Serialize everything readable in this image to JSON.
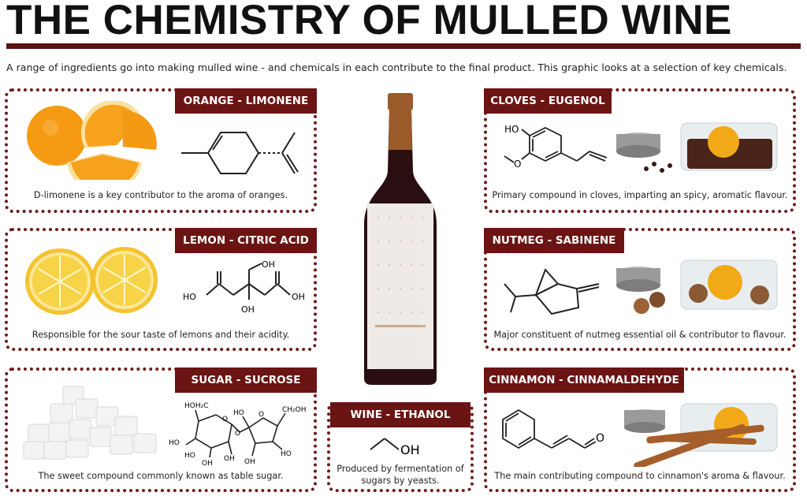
{
  "title": "THE CHEMISTRY OF MULLED WINE",
  "intro": "A range of ingredients go into making mulled wine - and chemicals in each contribute to the final product. This graphic looks at a selection of key chemicals.",
  "panels": {
    "orange": {
      "label": "ORANGE - LIMONENE",
      "description": "D-limonene is a key contributor to the aroma of oranges."
    },
    "lemon": {
      "label": "LEMON - CITRIC ACID",
      "description": "Responsible for the sour taste of lemons and their acidity.",
      "atoms": {
        "oh1": "OH",
        "oh2": "OH",
        "ho1": "HO",
        "oh3": "OH"
      }
    },
    "sugar": {
      "label": "SUGAR - SUCROSE",
      "description": "The sweet compound commonly known as table sugar.",
      "atoms": {
        "hoh2c": "HOH₂C",
        "ho_a": "HO",
        "ho_b": "HO",
        "ho_c": "HO",
        "oh_a": "OH",
        "oh_b": "OH",
        "ch2oh": "CH₂OH",
        "ho_d": "HO",
        "oh_c": "OH",
        "o1": "O",
        "o2": "O",
        "o3": "O"
      }
    },
    "wine": {
      "label": "WINE - ETHANOL",
      "description_line1": "Produced by fermentation of",
      "description_line2": "sugars by yeasts.",
      "atoms": {
        "oh": "OH"
      }
    },
    "cloves": {
      "label": "CLOVES - EUGENOL",
      "description": "Primary compound in cloves, imparting an spicy, aromatic flavour.",
      "atoms": {
        "ho": "HO",
        "o": "O"
      }
    },
    "nutmeg": {
      "label": "NUTMEG - SABINENE",
      "description": "Major constituent of nutmeg essential oil & contributor to flavour."
    },
    "cinnamon": {
      "label": "CINNAMON - CINNAMALDEHYDE",
      "description": "The main contributing compound to cinnamon's aroma & flavour.",
      "atoms": {
        "o": "O"
      }
    }
  },
  "colors": {
    "accent": "#6b1414",
    "rule": "#5a1212",
    "orange": "#f59a12",
    "lemon": "#f7d03a",
    "bottle": "#2a0f12"
  },
  "icons": [
    "orange-illustration",
    "lemon-illustration",
    "sugar-cubes-illustration",
    "wine-bottle-illustration",
    "cloves-jar-illustration",
    "nutmeg-jar-illustration",
    "cinnamon-jar-illustration"
  ]
}
